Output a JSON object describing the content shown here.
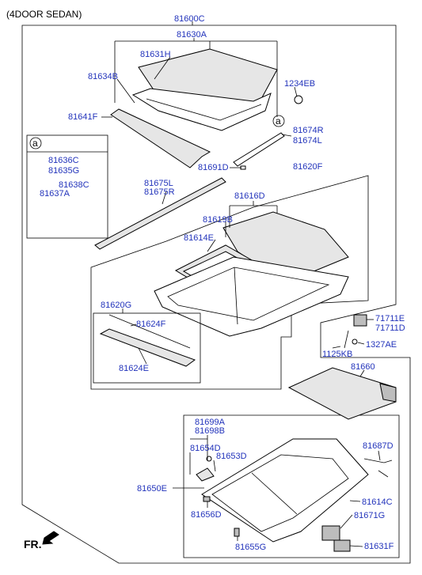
{
  "header": {
    "title": "(4DOOR SEDAN)"
  },
  "footer": {
    "direction_label": "FR."
  },
  "callout": {
    "marker": "a"
  },
  "labels": {
    "p81600C": "81600C",
    "p81630A": "81630A",
    "p81631H": "81631H",
    "p81634B": "81634B",
    "p1234EB": "1234EB",
    "p81641F": "81641F",
    "p81674R": "81674R",
    "p81674L": "81674L",
    "p81636C": "81636C",
    "p81635G": "81635G",
    "p81638C": "81638C",
    "p81637A": "81637A",
    "p81691D": "81691D",
    "p81620F": "81620F",
    "p81675L": "81675L",
    "p81675R": "81675R",
    "p81616D": "81616D",
    "p81619B": "81619B",
    "p81614E": "81614E",
    "p81620G": "81620G",
    "p81624F": "81624F",
    "p81624E": "81624E",
    "p71711E": "71711E",
    "p71711D": "71711D",
    "p1327AE": "1327AE",
    "p1125KB": "1125KB",
    "p81660": "81660",
    "p81699A": "81699A",
    "p81698B": "81698B",
    "p81654D": "81654D",
    "p81653D": "81653D",
    "p81687D": "81687D",
    "p81650E": "81650E",
    "p81614C": "81614C",
    "p81656D": "81656D",
    "p81671G": "81671G",
    "p81655G": "81655G",
    "p81631F": "81631F"
  }
}
